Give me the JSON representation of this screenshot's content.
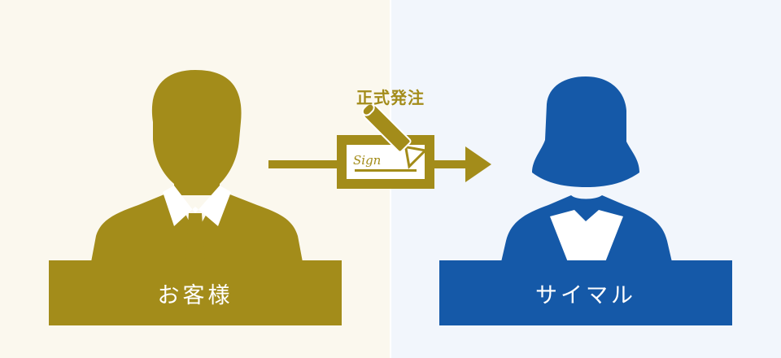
{
  "colors": {
    "customer": "#a38c1a",
    "saimaru": "#1559a8",
    "left_bg": "#fbf8ee",
    "right_bg": "#f2f6fc"
  },
  "customer": {
    "label": "お客様",
    "icon": "businessman-silhouette-icon"
  },
  "saimaru": {
    "label": "サイマル",
    "icon": "businesswoman-silhouette-icon"
  },
  "flow": {
    "caption": "正式発注",
    "document_text": "Sign",
    "icons": [
      "arrow-right-icon",
      "signed-document-icon",
      "fountain-pen-icon"
    ]
  }
}
